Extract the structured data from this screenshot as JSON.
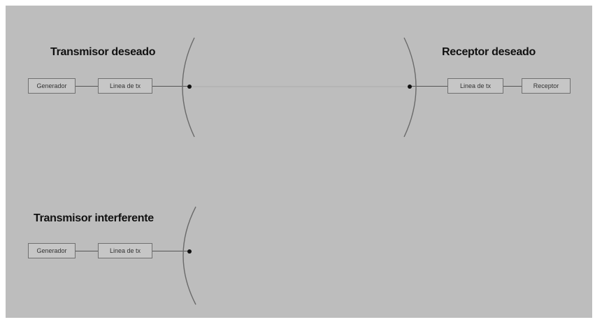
{
  "background_color": "#bdbdbd",
  "transmitter": {
    "title": "Transmisor deseado",
    "generator_label": "Generador",
    "line_label": "Linea de tx"
  },
  "receiver": {
    "title": "Receptor deseado",
    "line_label": "Linea de tx",
    "receiver_label": "Receptor"
  },
  "interferer": {
    "title": "Transmisor interferente",
    "generator_label": "Generador",
    "line_label": "Linea de tx"
  }
}
